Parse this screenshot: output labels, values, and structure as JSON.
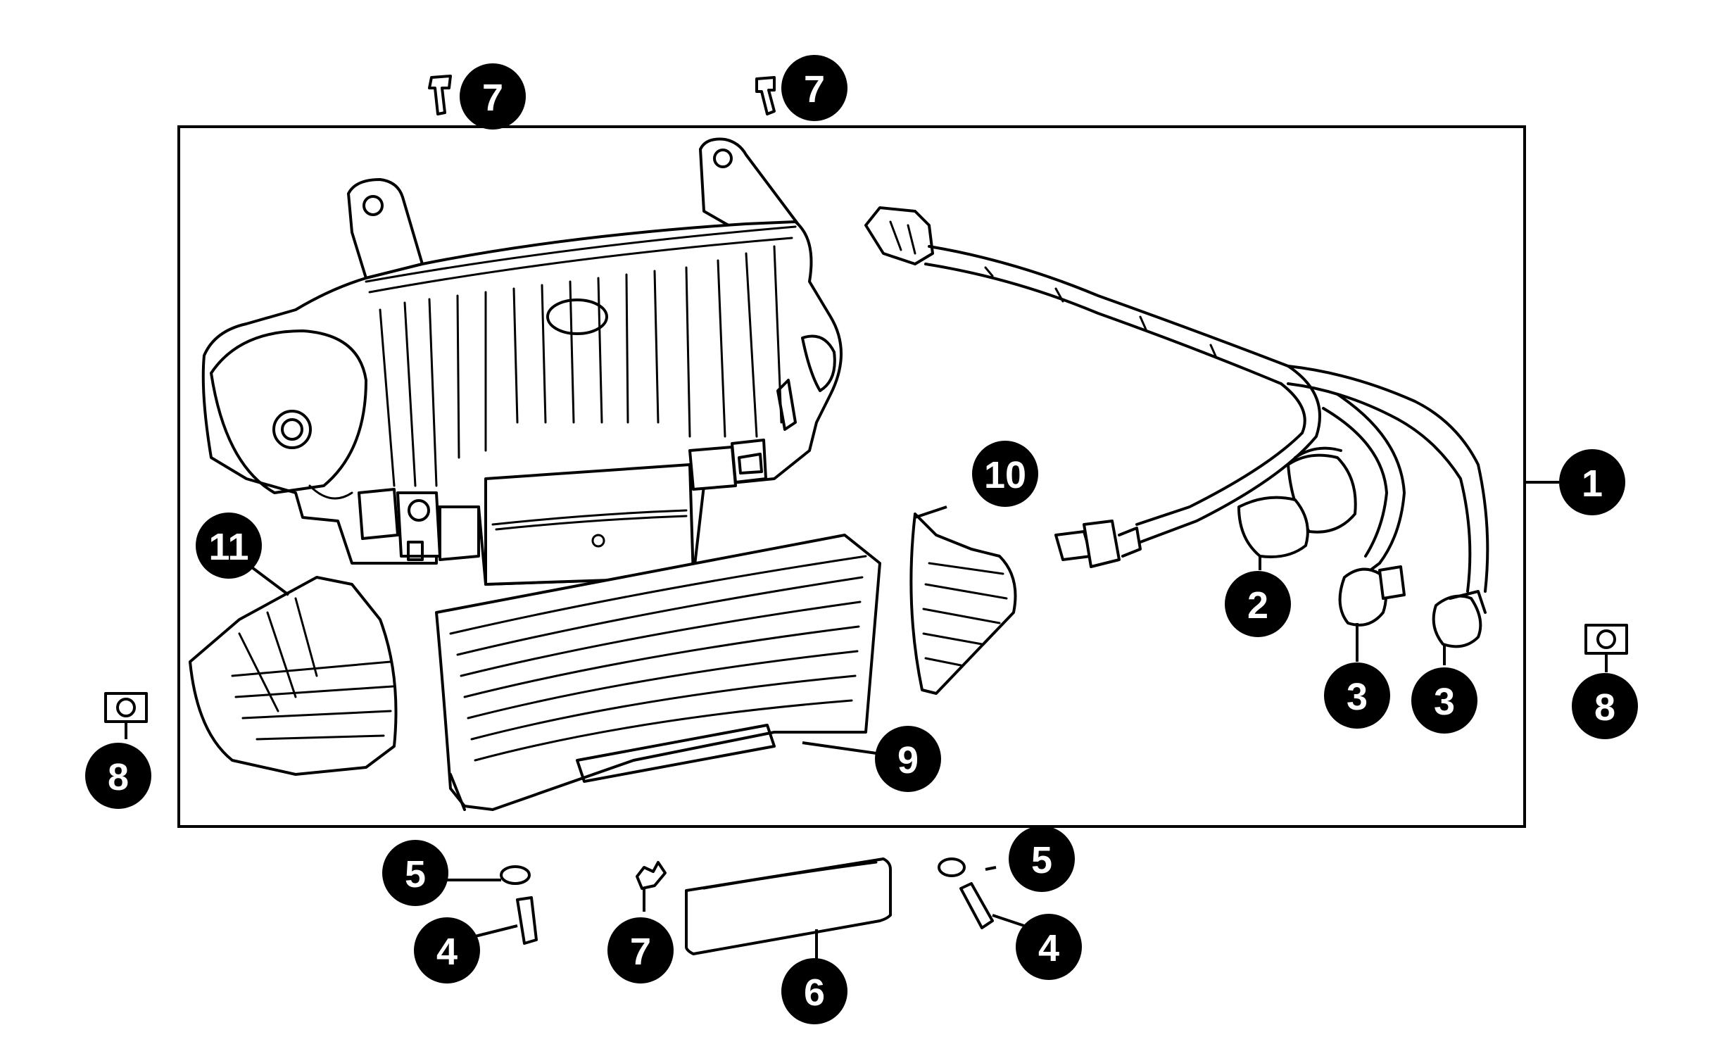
{
  "callouts": {
    "c1": "1",
    "c2": "2",
    "c3a": "3",
    "c3b": "3",
    "c4a": "4",
    "c4b": "4",
    "c5a": "5",
    "c5b": "5",
    "c6": "6",
    "c7a": "7",
    "c7b": "7",
    "c7c": "7",
    "c8a": "8",
    "c8b": "8",
    "c9": "9",
    "c10": "10",
    "c11": "11"
  }
}
